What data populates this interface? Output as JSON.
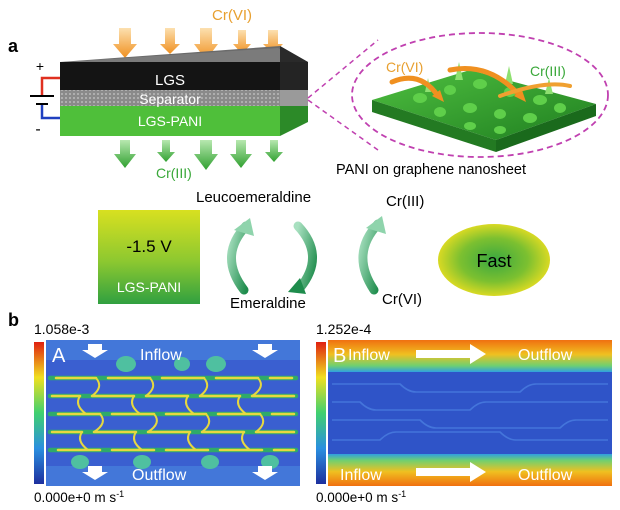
{
  "panel_a": {
    "label": "a",
    "top_label": "Cr(VI)",
    "bottom_label": "Cr(III)",
    "layers": {
      "top": "LGS",
      "middle": "Separator",
      "bottom": "LGS-PANI"
    },
    "polarity": {
      "plus": "+",
      "minus": "-"
    },
    "inset": {
      "cr6": "Cr(VI)",
      "cr3": "Cr(III)",
      "caption": "PANI on graphene nanosheet"
    },
    "voltage_box": {
      "value": "-1.5 V",
      "label": "LGS-PANI"
    },
    "cycle": {
      "top": "Leucoemeraldine",
      "bottom": "Emeraldine",
      "right_top": "Cr(III)",
      "right_bottom": "Cr(VI)"
    },
    "fast_label": "Fast"
  },
  "panel_b": {
    "label": "b",
    "A": {
      "letter": "A",
      "max": "1.058e-3",
      "min": "0.000e+0 m s",
      "unit_exp": "-1",
      "inflow": "Inflow",
      "outflow": "Outflow"
    },
    "B": {
      "letter": "B",
      "max": "1.252e-4",
      "min": "0.000e+0 m s",
      "unit_exp": "-1",
      "inflow_top": "Inflow",
      "outflow_top": "Outflow",
      "inflow_bottom": "Inflow",
      "outflow_bottom": "Outflow"
    }
  },
  "colors": {
    "orange_arrow": "#f0a020",
    "green_arrow": "#3aa83a",
    "pink_dash": "#c040b0",
    "jet_blue": "#2a3fb8",
    "field_blue": "#3a5fd0"
  }
}
